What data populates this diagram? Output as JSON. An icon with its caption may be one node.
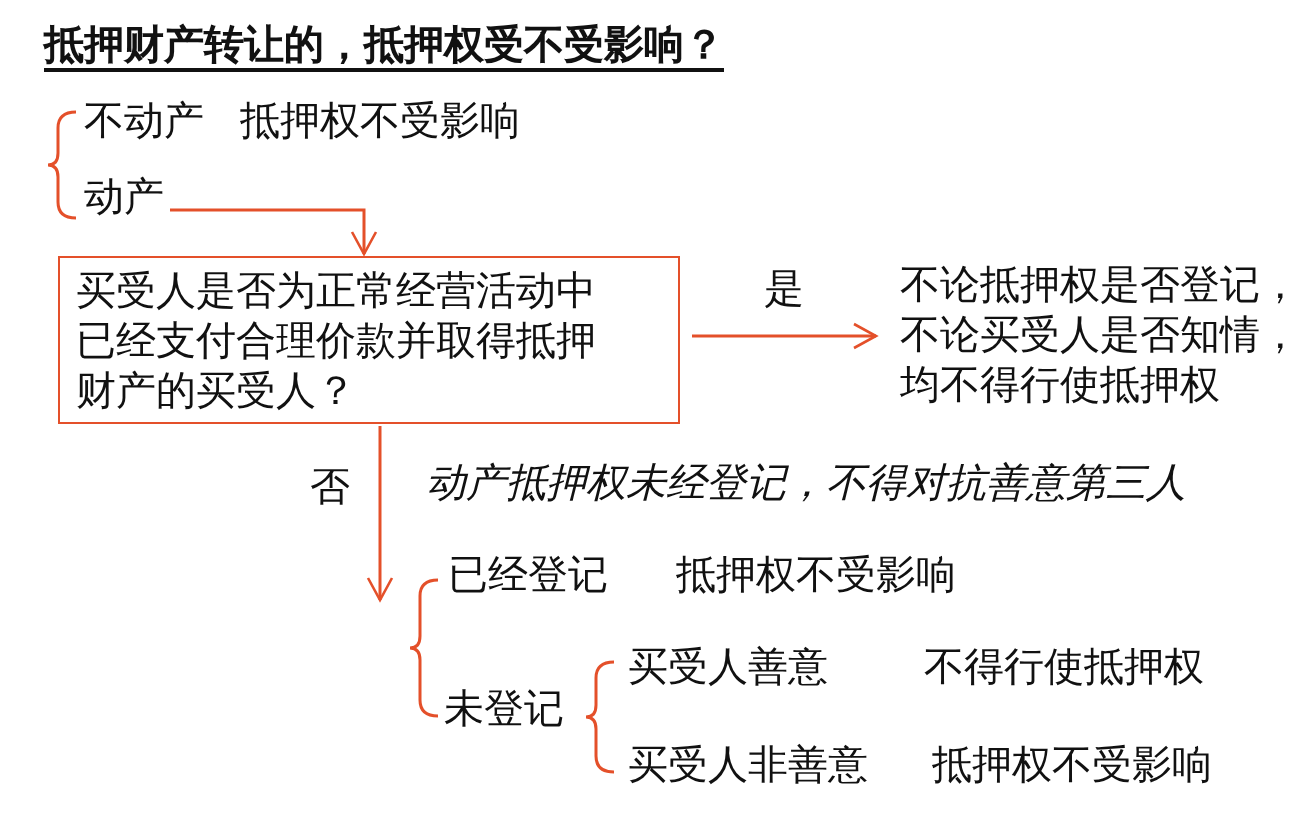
{
  "diagram": {
    "title": "抵押财产转让的，抵押权受不受影响？",
    "nodes": [
      {
        "text": [
          "不动产"
        ],
        "beside": [
          "抵押权不受影响"
        ]
      },
      {
        "text": [
          "动产"
        ]
      },
      {
        "text": [
          "买受人是否为正常经营活动中已经支付合理价款并取得抵押财产的买受人？"
        ]
      },
      {
        "text": [
          "不论抵押权是否登记，不论买受人是否知情，均不得行使抵押权"
        ]
      },
      {
        "text": [
          "已经登记"
        ],
        "beside": [
          "抵押权不受影响"
        ]
      },
      {
        "text": [
          "未登记"
        ]
      },
      {
        "text": [
          "买受人善意"
        ],
        "beside": [
          "不得行使抵押权"
        ]
      },
      {
        "text": [
          "买受人非善意"
        ],
        "beside": [
          "抵押权不受影响"
        ]
      }
    ],
    "edges": [
      {
        "from": 1,
        "to": 2,
        "arrow": "to"
      },
      {
        "from": 2,
        "to": 3,
        "arrow": "to",
        "label": "是"
      },
      {
        "from": 2,
        "to": 4,
        "arrow": "to",
        "label": "否"
      }
    ],
    "labels": [
      "动产抵押权未经登记，不得对抗善意第三人"
    ]
  }
}
